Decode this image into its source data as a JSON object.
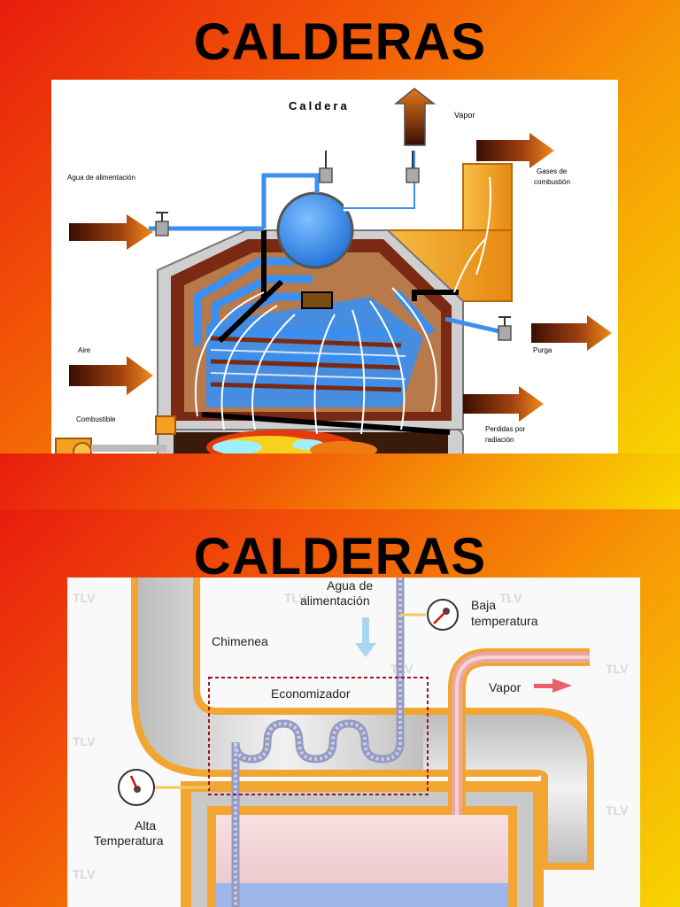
{
  "slide1": {
    "title": "CALDERAS",
    "diagram": {
      "heading": "Caldera",
      "labels": {
        "vapor": "Vapor",
        "gases_1": "Gases de",
        "gases_2": "combustión",
        "agua": "Agua de alimentación",
        "aire": "Aire",
        "purga": "Purga",
        "combustible": "Combustible",
        "perdidas_1": "Perdidas por",
        "perdidas_2": "radiación"
      }
    }
  },
  "slide2": {
    "title": "CALDERAS",
    "diagram": {
      "labels": {
        "agua_1": "Agua de",
        "agua_2": "alimentación",
        "baja_1": "Baja",
        "baja_2": "temperatura",
        "chimenea": "Chimenea",
        "economizador": "Economizador",
        "vapor": "Vapor",
        "alta_1": "Alta",
        "alta_2": "Temperatura"
      },
      "watermark": "TLV"
    }
  },
  "colors": {
    "water_blue": "#3a8ff0",
    "brick_brown": "#7a2a12",
    "flue_orange": "#f5a020",
    "arrow_dark": "#6b1f0a",
    "frame_orange": "#f2a531",
    "pipe_pink": "#e8a6a6",
    "dashed_red": "#a0121c"
  }
}
